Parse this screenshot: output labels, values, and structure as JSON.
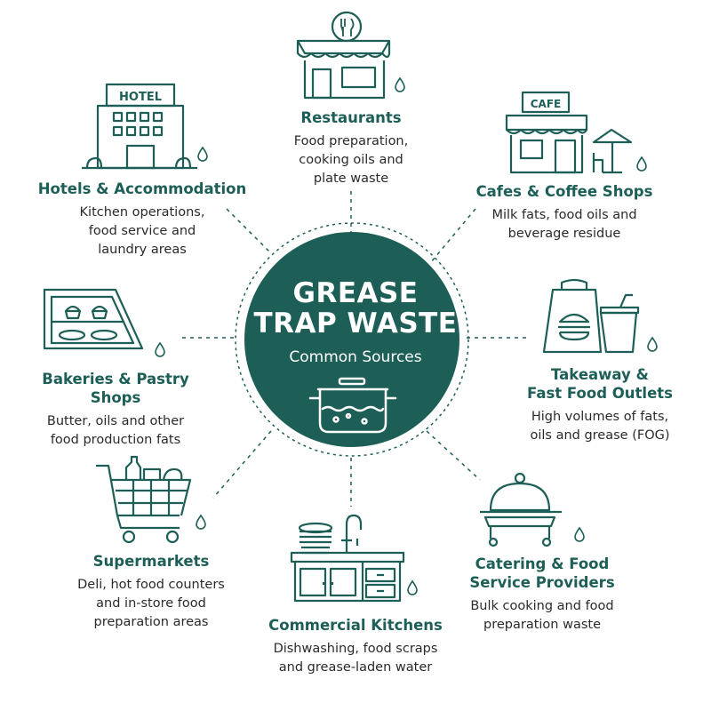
{
  "center": {
    "line1": "GREASE",
    "line2": "TRAP WASTE",
    "subtitle": "Common Sources"
  },
  "colors": {
    "primary": "#1d5f57",
    "ink": "#2a2a2a",
    "background": "#ffffff"
  },
  "sources": [
    {
      "id": "restaurants",
      "icon": "storefront-fork-knife-icon",
      "title": "Restaurants",
      "description": "Food preparation,\ncooking oils and\nplate waste"
    },
    {
      "id": "cafes",
      "icon": "cafe-umbrella-icon",
      "title": "Cafes & Coffee Shops",
      "description": "Milk fats, food oils and\nbeverage residue"
    },
    {
      "id": "takeaway",
      "icon": "takeaway-bag-cup-icon",
      "title": "Takeaway &\nFast Food Outlets",
      "description": "High volumes of fats,\noils and grease (FOG)"
    },
    {
      "id": "catering",
      "icon": "cloche-cart-icon",
      "title": "Catering & Food\nService Providers",
      "description": "Bulk cooking and food\npreparation waste"
    },
    {
      "id": "commercial-kitchens",
      "icon": "kitchen-sink-counter-icon",
      "title": "Commercial Kitchens",
      "description": "Dishwashing, food scraps\nand grease-laden water"
    },
    {
      "id": "supermarkets",
      "icon": "shopping-cart-icon",
      "title": "Supermarkets",
      "description": "Deli, hot food counters\nand in-store food\npreparation areas"
    },
    {
      "id": "bakeries",
      "icon": "bakery-display-case-icon",
      "title": "Bakeries & Pastry Shops",
      "description": "Butter, oils and other\nfood production fats"
    },
    {
      "id": "hotels",
      "icon": "hotel-building-icon",
      "title": "Hotels & Accommodation",
      "description": "Kitchen operations,\nfood service and\nlaundry areas"
    }
  ],
  "hotel_sign": "HOTEL",
  "cafe_sign": "CAFE"
}
